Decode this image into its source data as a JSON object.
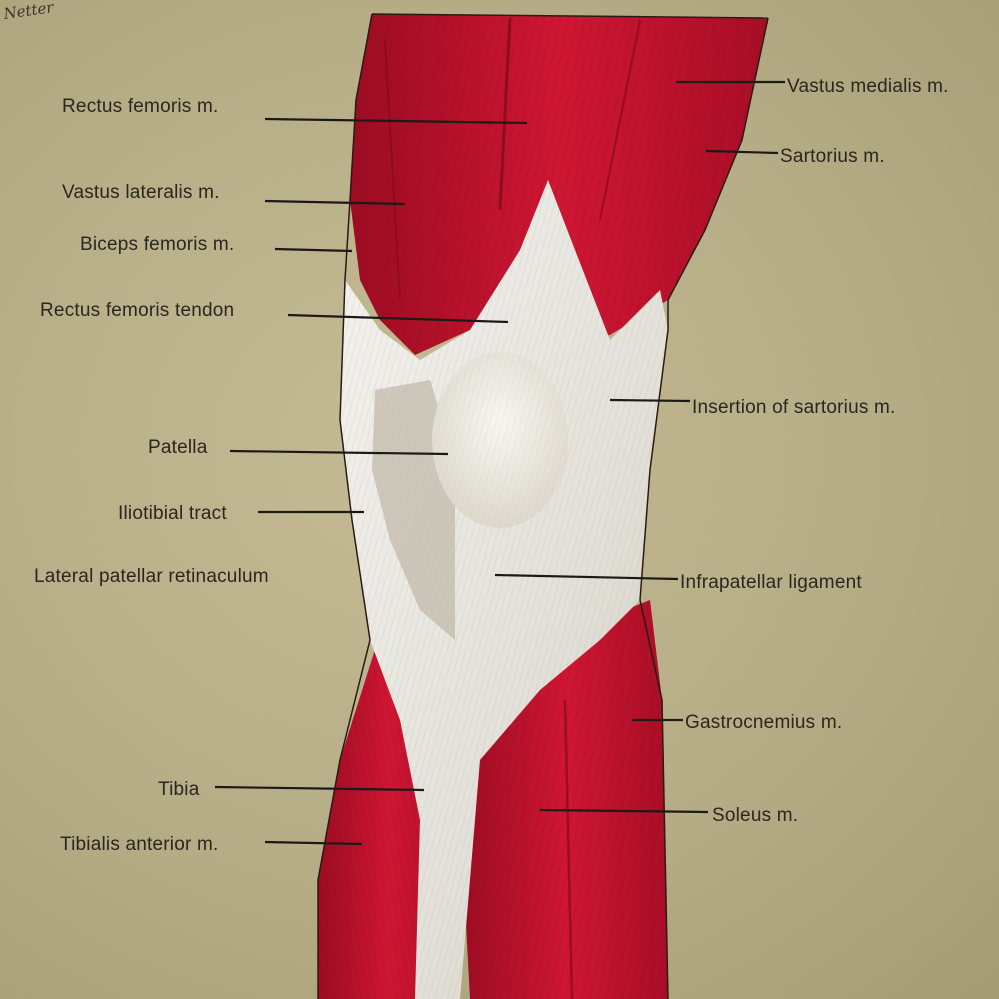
{
  "signature": "Netter",
  "labels_left": [
    {
      "id": "rectus-femoris-m",
      "text": "Rectus femoris m."
    },
    {
      "id": "vastus-lateralis-m",
      "text": "Vastus lateralis m."
    },
    {
      "id": "biceps-femoris-m",
      "text": "Biceps femoris m."
    },
    {
      "id": "rectus-femoris-tendon",
      "text": "Rectus femoris tendon"
    },
    {
      "id": "patella",
      "text": "Patella"
    },
    {
      "id": "iliotibial-tract",
      "text": "Iliotibial tract"
    },
    {
      "id": "lateral-patellar-retinaculum",
      "text": "Lateral patellar retinaculum"
    },
    {
      "id": "tibia",
      "text": "Tibia"
    },
    {
      "id": "tibialis-anterior-m",
      "text": "Tibialis anterior m."
    }
  ],
  "labels_right": [
    {
      "id": "vastus-medialis-m",
      "text": "Vastus medialis m."
    },
    {
      "id": "sartorius-m",
      "text": "Sartorius m."
    },
    {
      "id": "insertion-of-sartorius-m",
      "text": "Insertion of sartorius m."
    },
    {
      "id": "infrapatellar-ligament",
      "text": "Infrapatellar ligament"
    },
    {
      "id": "gastrocnemius-m",
      "text": "Gastrocnemius m."
    },
    {
      "id": "soleus-m",
      "text": "Soleus m."
    }
  ],
  "colors": {
    "background": "#b9b089",
    "muscle": "#c4122f",
    "muscle_dark": "#8e0b20",
    "tendon": "#e9e7e0",
    "label_text": "#2a2620"
  }
}
